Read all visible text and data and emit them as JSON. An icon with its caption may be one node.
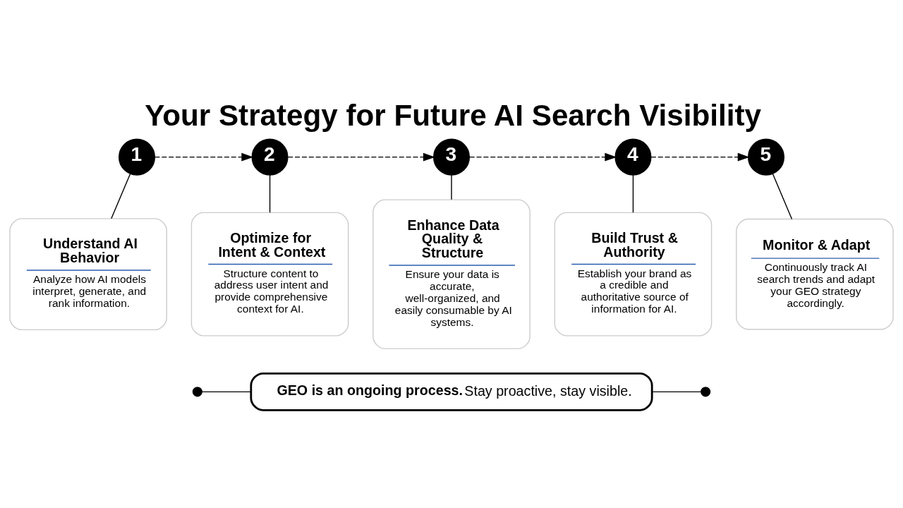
{
  "diagram": {
    "title": "Your Strategy for Future AI Search Visibility",
    "nodes": [
      {
        "text": [
          "1"
        ]
      },
      {
        "text": [
          "2"
        ]
      },
      {
        "text": [
          "3"
        ]
      },
      {
        "text": [
          "4"
        ]
      },
      {
        "text": [
          "5"
        ]
      },
      {
        "text": [
          "Understand AI Behavior",
          "Analyze how AI models interpret, generate, and rank information."
        ]
      },
      {
        "text": [
          "Optimize for Intent & Context",
          "Structure content to address user intent and provide comprehensive context for AI."
        ]
      },
      {
        "text": [
          "Enhance Data Quality & Structure",
          "Ensure your data is accurate, well-organized, and easily consumable by AI systems."
        ]
      },
      {
        "text": [
          "Build Trust & Authority",
          "Establish your brand as a credible and authoritative source of information for AI."
        ]
      },
      {
        "text": [
          "Monitor & Adapt",
          "Continuously track AI search trends and adapt your GEO strategy accordingly."
        ]
      },
      {
        "text": [],
        "shape": "circle"
      },
      {
        "text": [
          "GEO is an ongoing process.",
          "Stay proactive, stay visible."
        ]
      },
      {
        "text": [],
        "shape": "circle"
      }
    ],
    "edges": [
      {
        "from": 0,
        "to": 1,
        "arrow": "to",
        "style": "dashed"
      },
      {
        "from": 1,
        "to": 2,
        "arrow": "to",
        "style": "dashed"
      },
      {
        "from": 2,
        "to": 3,
        "arrow": "to",
        "style": "dashed"
      },
      {
        "from": 3,
        "to": 4,
        "arrow": "to",
        "style": "dashed"
      },
      {
        "from": 0,
        "to": 5,
        "arrow": "none"
      },
      {
        "from": 1,
        "to": 6,
        "arrow": "none"
      },
      {
        "from": 2,
        "to": 7,
        "arrow": "none"
      },
      {
        "from": 3,
        "to": 8,
        "arrow": "none"
      },
      {
        "from": 4,
        "to": 9,
        "arrow": "none"
      },
      {
        "from": 10,
        "to": 11,
        "arrow": "none"
      },
      {
        "from": 11,
        "to": 12,
        "arrow": "none"
      }
    ]
  }
}
